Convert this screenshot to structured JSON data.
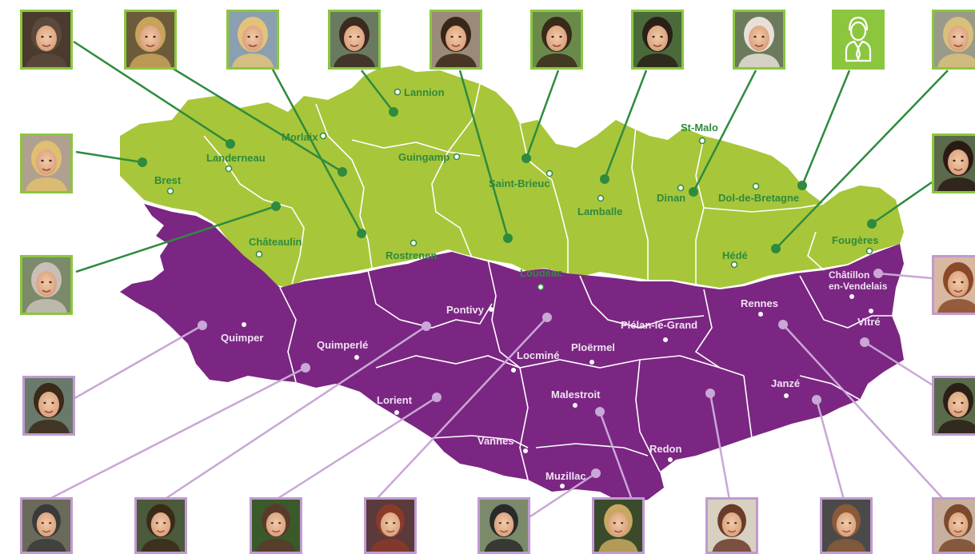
{
  "colors": {
    "north": "#a8c63a",
    "south": "#7b2682",
    "green_line": "#2e8b3e",
    "purple_line": "#c9a7d6",
    "green_border": "#8cc63f",
    "purple_border": "#c19ad0"
  },
  "cities_north": {
    "lannion": "Lannion",
    "morlaix": "Morlaix",
    "guingamp": "Guingamp",
    "landerneau": "Landerneau",
    "brest": "Brest",
    "saint_brieuc": "Saint-Brieuc",
    "st_malo": "St-Malo",
    "dinan": "Dinan",
    "dol": "Dol-de-Bretagne",
    "lamballe": "Lamballe",
    "chateaulin": "Châteaulin",
    "rostrenen": "Rostrenen",
    "loudeac": "Loudéac",
    "hede": "Hédé",
    "fougeres": "Fougères"
  },
  "cities_south": {
    "chatillon_1": "Châtillon",
    "chatillon_2": "en-Vendelais",
    "rennes": "Rennes",
    "vitre": "Vitré",
    "pontivy": "Pontivy",
    "plelan": "Plélan-le-Grand",
    "quimper": "Quimper",
    "quimperle": "Quimperlé",
    "locmine": "Locminé",
    "ploermel": "Ploërmel",
    "janze": "Janzé",
    "malestroit": "Malestroit",
    "lorient": "Lorient",
    "vannes": "Vannes",
    "redon": "Redon",
    "muzillac": "Muzillac"
  },
  "icons": {
    "advisor_placeholder": "person-with-tie-icon"
  }
}
